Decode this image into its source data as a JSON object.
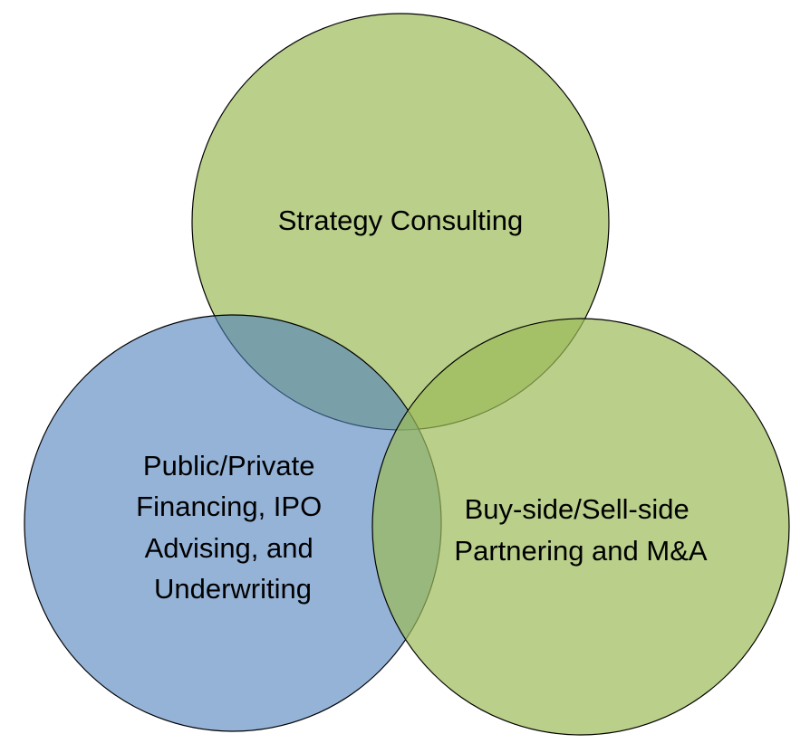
{
  "venn": {
    "circles": [
      {
        "id": "strategy",
        "label_lines": [
          "Strategy Consulting"
        ],
        "fill": "#9BBB59",
        "fill_opacity": 0.7
      },
      {
        "id": "financing",
        "label_lines": [
          "Public/Private",
          "Financing, IPO",
          "Advising, and",
          "Underwriting"
        ],
        "fill": "#4F81BD",
        "fill_opacity": 0.6
      },
      {
        "id": "partnering",
        "label_lines": [
          "Buy-side/Sell-side",
          "Partnering and M&A"
        ],
        "fill": "#9BBB59",
        "fill_opacity": 0.7
      }
    ],
    "outline_color": "#000000"
  }
}
